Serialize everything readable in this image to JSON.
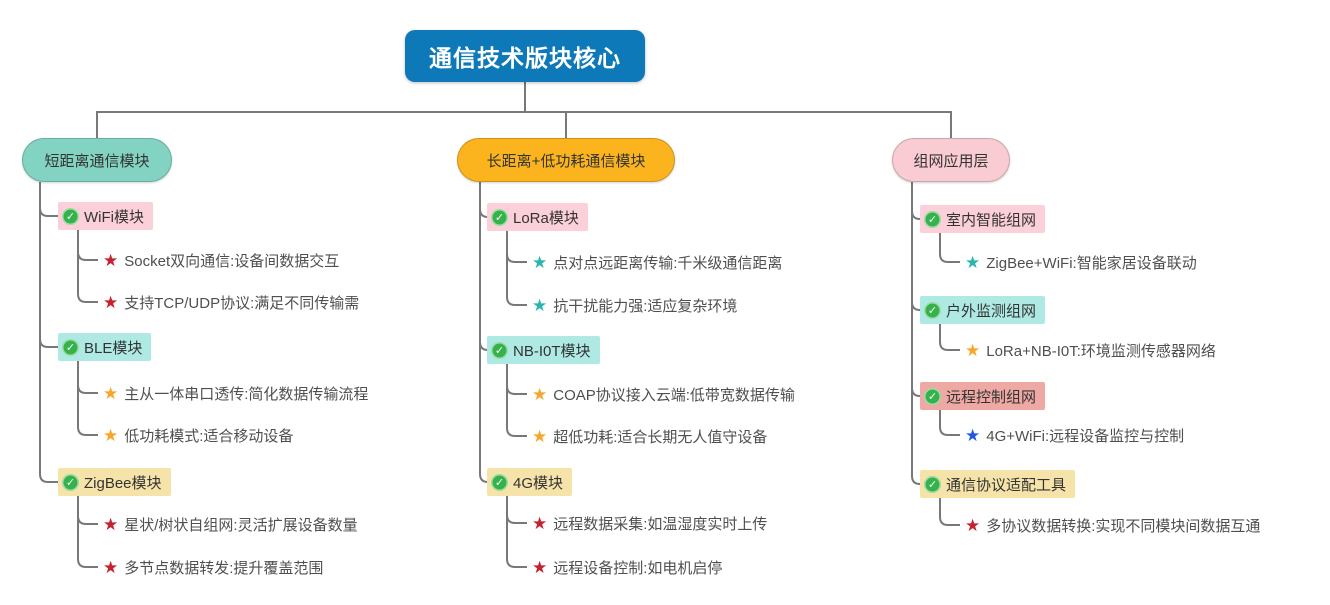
{
  "root": {
    "label": "通信技术版块核心"
  },
  "colors": {
    "root_bg": "#0d79b8",
    "root_text": "#ffffff",
    "branch_mint": "#82d3c1",
    "branch_amber": "#fbb41e",
    "branch_pink": "#f9cbd2",
    "node_pink": "#fbd0d9",
    "node_cyan": "#aeeae3",
    "node_yellow": "#f6e3a9",
    "node_salmon": "#efa9a4",
    "check_green": "#35b34a",
    "star_red": "#c5212e",
    "star_orange": "#f8a62a",
    "star_teal": "#2ab5b0",
    "star_blue": "#2356e8",
    "line": "#787878",
    "node_text": "#333333",
    "leaf_text": "#4f4f4f"
  },
  "branches": [
    {
      "label": "短距离通信模块",
      "color_key": "mint",
      "children": [
        {
          "label": "WiFi模块",
          "bg": "pink",
          "icon": "check",
          "leaves": [
            {
              "text": "Socket双向通信:设备间数据交互",
              "star": "red"
            },
            {
              "text": "支持TCP/UDP协议:满足不同传输需",
              "star": "red"
            }
          ]
        },
        {
          "label": "BLE模块",
          "bg": "cyan",
          "icon": "check",
          "leaves": [
            {
              "text": "主从一体串口透传:简化数据传输流程",
              "star": "orange"
            },
            {
              "text": "低功耗模式:适合移动设备",
              "star": "orange"
            }
          ]
        },
        {
          "label": "ZigBee模块",
          "bg": "yellow",
          "icon": "check",
          "leaves": [
            {
              "text": "星状/树状自组网:灵活扩展设备数量",
              "star": "red"
            },
            {
              "text": "多节点数据转发:提升覆盖范围",
              "star": "red"
            }
          ]
        }
      ]
    },
    {
      "label": "长距离+低功耗通信模块",
      "color_key": "amber",
      "children": [
        {
          "label": "LoRa模块",
          "bg": "pink",
          "icon": "check",
          "leaves": [
            {
              "text": "点对点远距离传输:千米级通信距离",
              "star": "teal"
            },
            {
              "text": "抗干扰能力强:适应复杂环境",
              "star": "teal"
            }
          ]
        },
        {
          "label": "NB-I0T模块",
          "bg": "cyan",
          "icon": "check",
          "leaves": [
            {
              "text": "COAP协议接入云端:低带宽数据传输",
              "star": "orange"
            },
            {
              "text": "超低功耗:适合长期无人值守设备",
              "star": "orange"
            }
          ]
        },
        {
          "label": "4G模块",
          "bg": "yellow",
          "icon": "check",
          "leaves": [
            {
              "text": "远程数据采集:如温湿度实时上传",
              "star": "red"
            },
            {
              "text": "远程设备控制:如电机启停",
              "star": "red"
            }
          ]
        }
      ]
    },
    {
      "label": "组网应用层",
      "color_key": "pink",
      "children": [
        {
          "label": "室内智能组网",
          "bg": "pink",
          "icon": "check",
          "leaves": [
            {
              "text": "ZigBee+WiFi:智能家居设备联动",
              "star": "teal"
            }
          ]
        },
        {
          "label": "户外监测组网",
          "bg": "cyan",
          "icon": "check",
          "leaves": [
            {
              "text": "LoRa+NB-I0T:环境监测传感器网络",
              "star": "orange"
            }
          ]
        },
        {
          "label": "远程控制组网",
          "bg": "salmon",
          "icon": "check",
          "leaves": [
            {
              "text": "4G+WiFi:远程设备监控与控制",
              "star": "blue"
            }
          ]
        },
        {
          "label": "通信协议适配工具",
          "bg": "yellow",
          "icon": "check",
          "leaves": [
            {
              "text": "多协议数据转换:实现不同模块间数据互通",
              "star": "red"
            }
          ]
        }
      ]
    }
  ]
}
